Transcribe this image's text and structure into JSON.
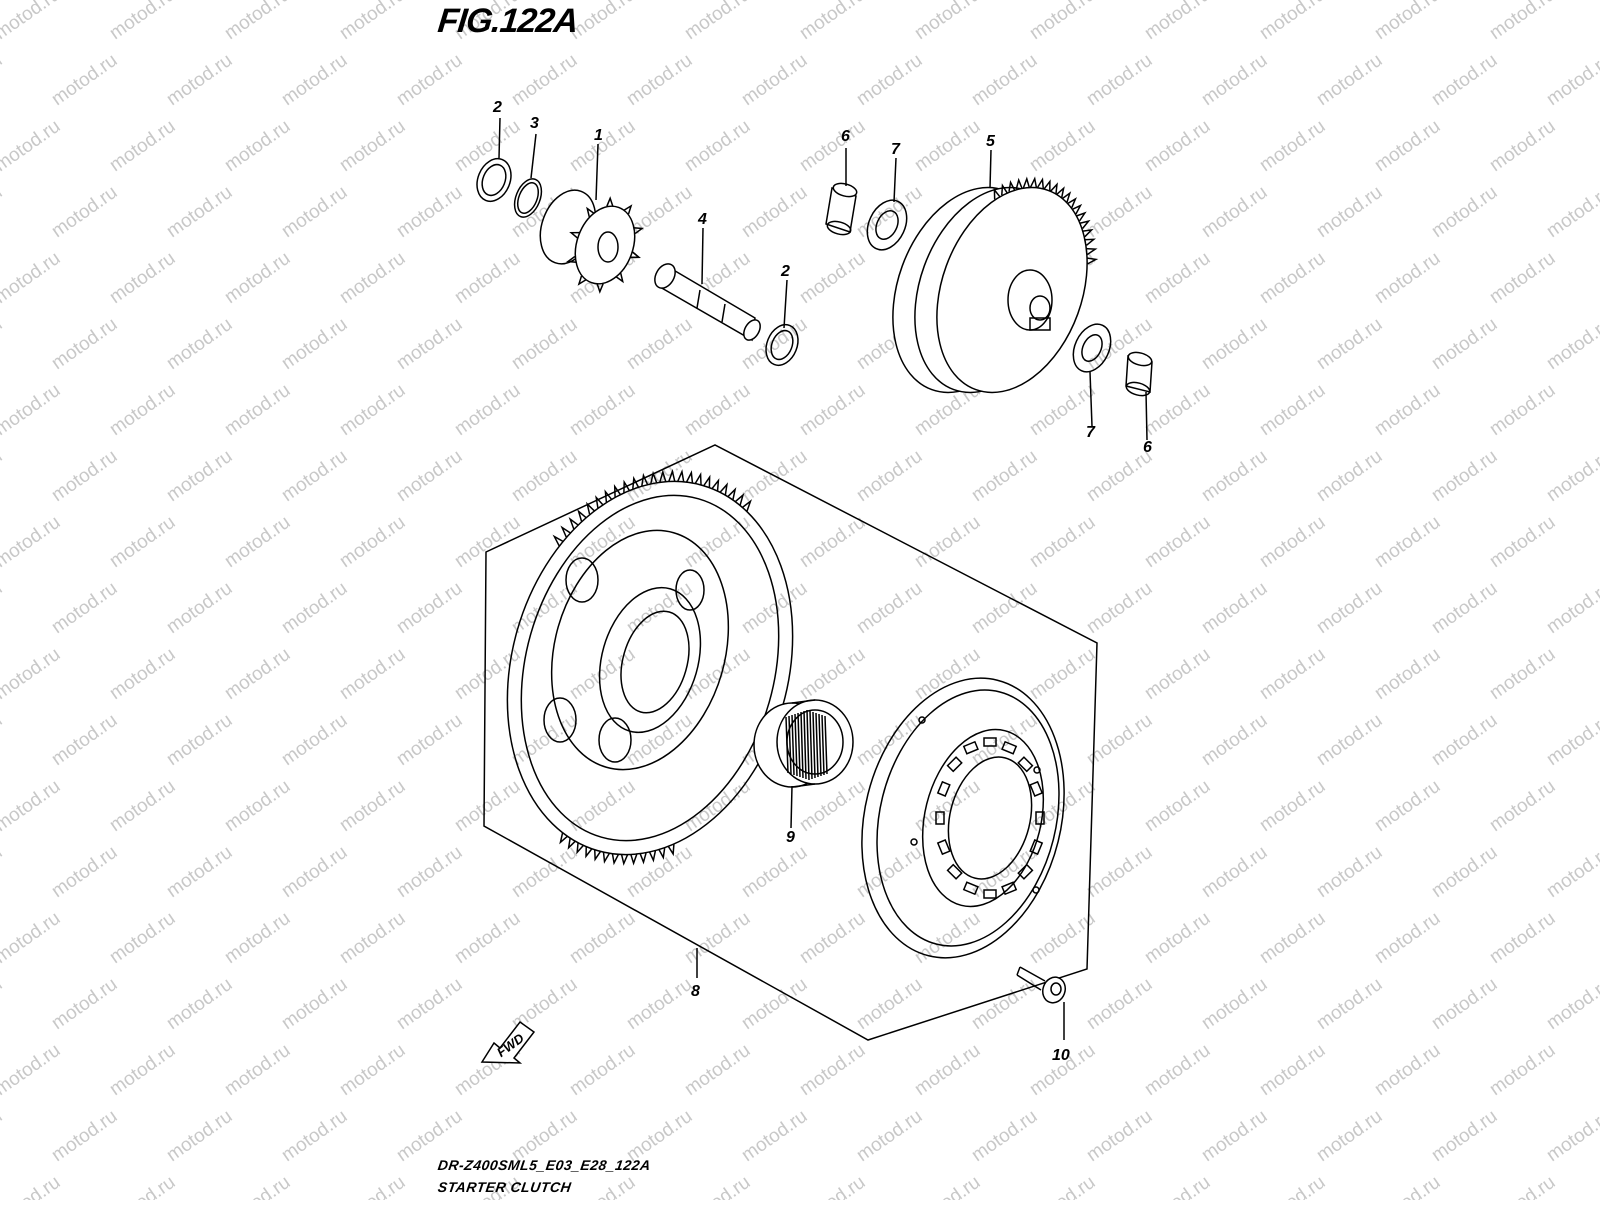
{
  "figure": {
    "title": "FIG.122A",
    "model_code": "DR-Z400SML5_E03_E28_122A",
    "section_name": "STARTER CLUTCH",
    "direction_label": "FWD"
  },
  "watermark": {
    "text": "motod.ru",
    "color": "#c8c8c8"
  },
  "callouts": [
    "2",
    "3",
    "1",
    "4",
    "2",
    "6",
    "7",
    "5",
    "7",
    "6",
    "9",
    "8",
    "10"
  ],
  "colors": {
    "ink": "#000000",
    "background": "#ffffff"
  }
}
